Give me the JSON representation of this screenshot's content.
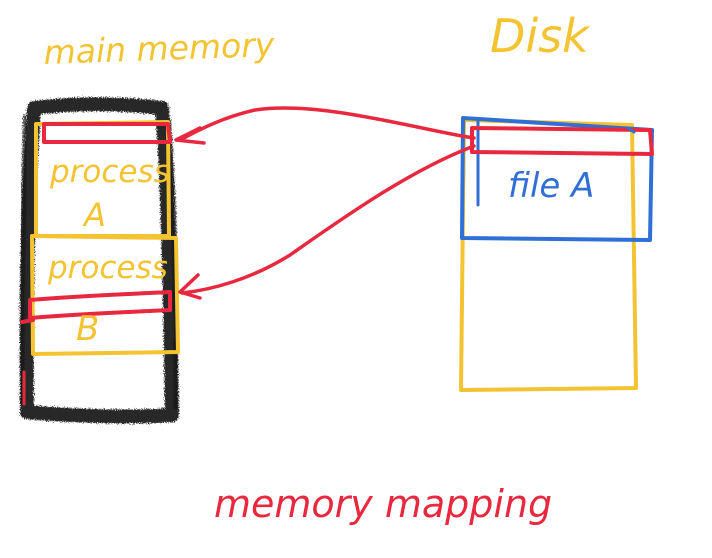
{
  "labels": {
    "main_memory": "main memory",
    "disk": "Disk",
    "process_a_line1": "process",
    "process_a_line2": "A",
    "process_b_line1": "process",
    "process_b_line2": "B",
    "file_a": "file A",
    "caption": "memory mapping"
  },
  "colors": {
    "memory_border": "#141414",
    "process_box": "#F4C331",
    "disk_box": "#F4C331",
    "file_box": "#2F6FD6",
    "mapping": "#E8283E",
    "background": "#FFFFFF"
  }
}
